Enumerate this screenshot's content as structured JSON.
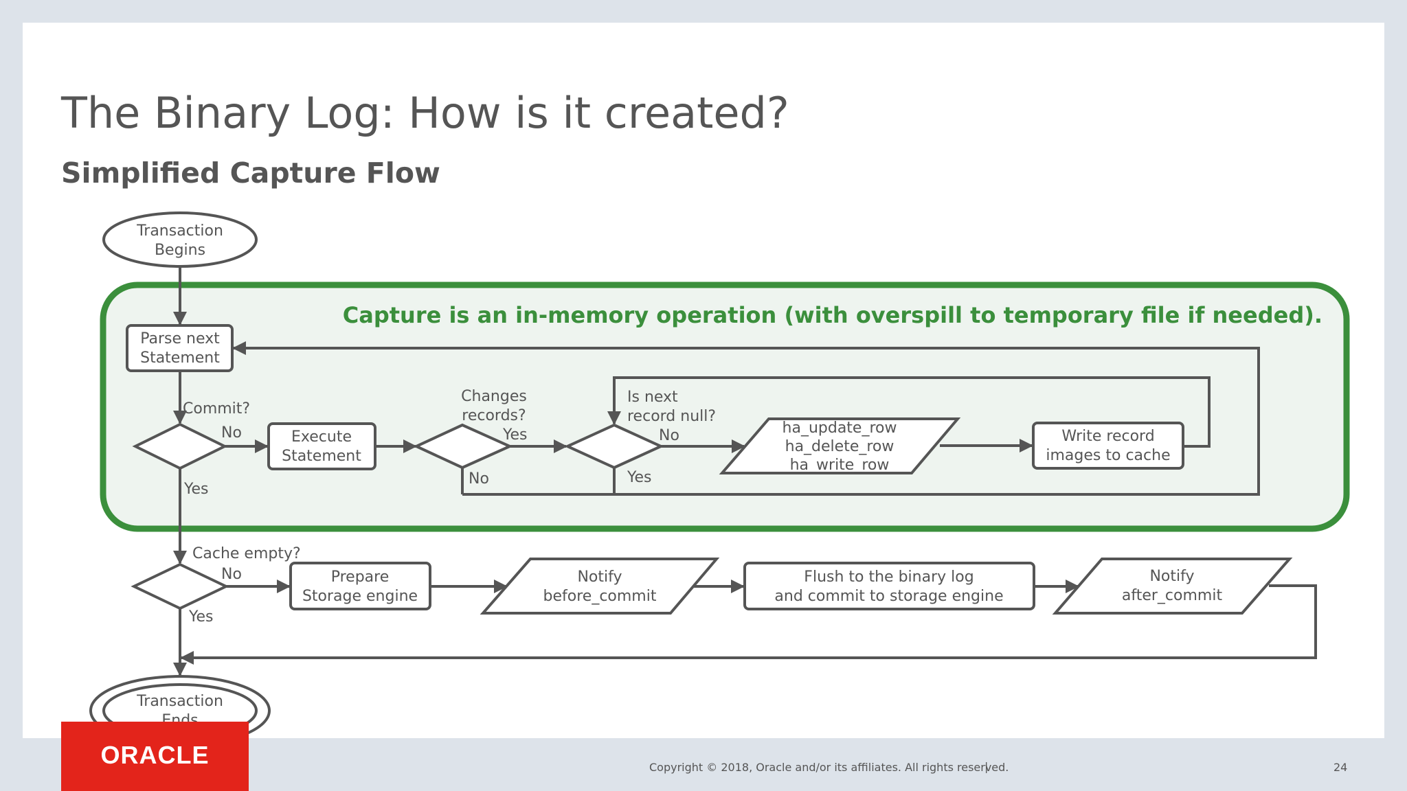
{
  "slide": {
    "title": "The Binary Log: How is it created?",
    "subtitle": "Simplified Capture Flow"
  },
  "diagram": {
    "capture_note": "Capture is an in-memory operation (with overspill to temporary file if needed).",
    "nodes": {
      "transaction_begins": [
        "Transaction",
        "Begins"
      ],
      "parse_next_statement": [
        "Parse next",
        "Statement"
      ],
      "execute_statement": [
        "Execute",
        "Statement"
      ],
      "write_record_images": [
        "Write record",
        "images to cache"
      ],
      "ha_ops": [
        "ha_update_row",
        "ha_delete_row",
        "ha_write_row"
      ],
      "prepare_storage_engine": [
        "Prepare",
        "Storage engine"
      ],
      "notify_before_commit": [
        "Notify",
        "before_commit"
      ],
      "flush_binary_log": [
        "Flush to the binary log",
        "and commit to storage engine"
      ],
      "notify_after_commit": [
        "Notify",
        "after_commit"
      ],
      "transaction_ends": [
        "Transaction",
        "Ends"
      ]
    },
    "labels": {
      "commit_question": "Commit?",
      "changes_records_question": [
        "Changes",
        "records?"
      ],
      "is_next_record_null_question": [
        "Is next",
        "record null?"
      ],
      "cache_empty_question": "Cache empty?",
      "no": "No",
      "yes": "Yes"
    },
    "colors": {
      "outline": "#555555",
      "capture_border": "#3b8f3c",
      "capture_fill": "#eef4ef"
    }
  },
  "footer": {
    "logo": "ORACLE",
    "copyright": "Copyright © 2018, Oracle and/or its affiliates. All rights reserved.",
    "separator": "|",
    "page_number": "24"
  }
}
